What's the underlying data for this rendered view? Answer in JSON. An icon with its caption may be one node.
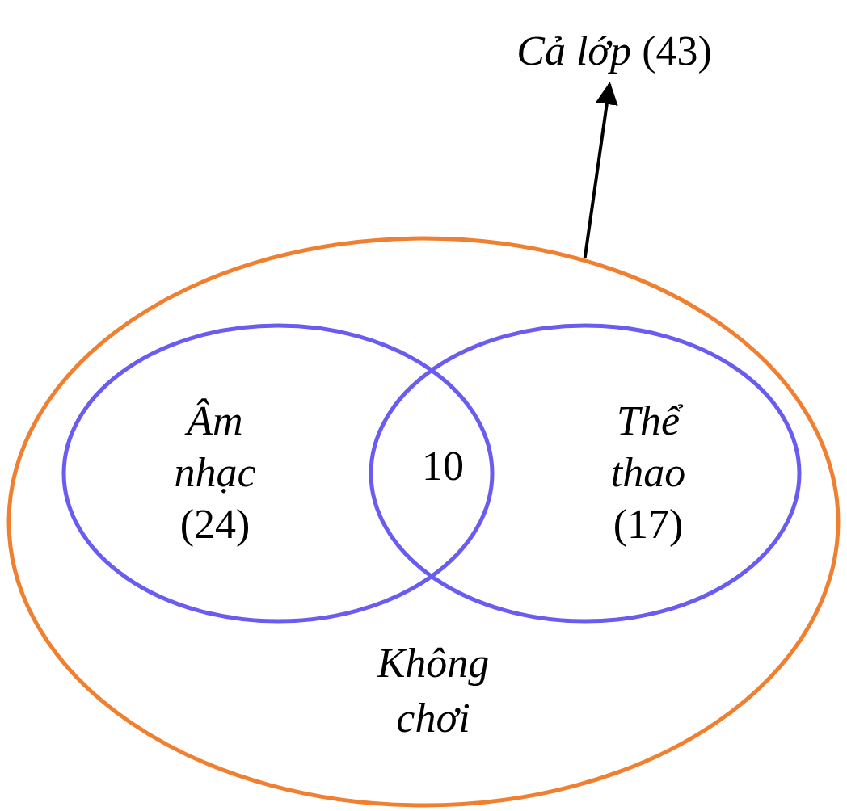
{
  "diagram": {
    "nodes": [
      {
        "text": [
          "*Cả lớp* (43)"
        ]
      },
      {
        "text": [],
        "shape": "ellipse"
      },
      {
        "text": [
          "Âm nhạc",
          "(24)"
        ],
        "in": 1
      },
      {
        "text": [
          "Thể thao",
          "(17)"
        ],
        "in": 1
      }
    ],
    "edges": [
      {
        "from": 1,
        "to": 0,
        "arrow": "to"
      }
    ],
    "labels": [
      "10",
      "Không chơi"
    ]
  }
}
